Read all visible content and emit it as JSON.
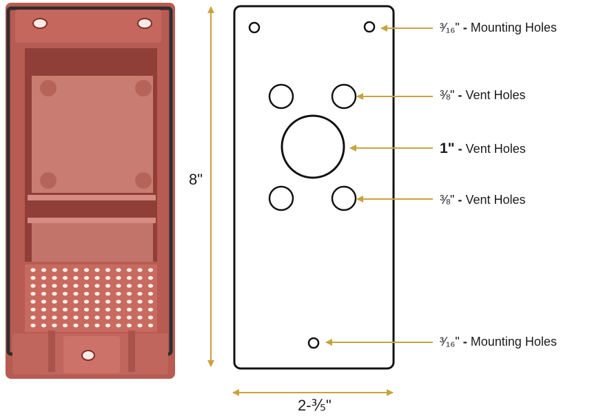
{
  "colors": {
    "box": "#b85b52",
    "box_dark": "#8f3f37",
    "box_light": "#cf8077",
    "gasket": "#2e2e2e",
    "arrow": "#c9a23a",
    "plate_stroke": "#111111"
  },
  "dimensions": {
    "height": "8\"",
    "width": "2-⅗\""
  },
  "callouts": [
    {
      "size": "³⁄₁₆\"",
      "dash": "-",
      "text": "Mounting Holes"
    },
    {
      "size": "⅜\"",
      "dash": "-",
      "text": "Vent Holes"
    },
    {
      "size": "1\"",
      "dash": "-",
      "text": "Vent Holes"
    },
    {
      "size": "⅜\"",
      "dash": "-",
      "text": "Vent Holes"
    },
    {
      "size": "³⁄₁₆\"",
      "dash": "-",
      "text": "Mounting Holes"
    }
  ]
}
